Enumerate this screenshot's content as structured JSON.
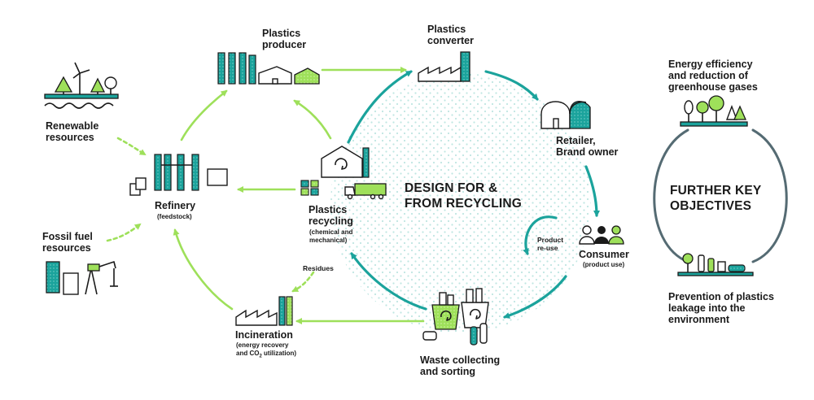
{
  "colors": {
    "teal": "#1ba39c",
    "lime": "#9ee05a",
    "ink": "#1a1a1a"
  },
  "center": {
    "line1": "DESIGN FOR &",
    "line2": "FROM RECYCLING"
  },
  "nodes": {
    "producer": {
      "line1": "Plastics",
      "line2": "producer"
    },
    "converter": {
      "line1": "Plastics",
      "line2": "converter"
    },
    "retailer": {
      "line1": "Retailer,",
      "line2": "Brand owner"
    },
    "consumer": {
      "title": "Consumer",
      "sub": "(product use)"
    },
    "reuse": {
      "line1": "Product",
      "line2": "re-use"
    },
    "waste": {
      "line1": "Waste collecting",
      "line2": "and sorting"
    },
    "incineration": {
      "title": "Incineration",
      "sub1": "(energy recovery",
      "sub2_a": "and CO",
      "sub2_sub": "2",
      "sub2_b": " utilization)"
    },
    "recycling": {
      "line1": "Plastics",
      "line2": "recycling",
      "sub1": "(chemical and",
      "sub2": "mechanical)"
    },
    "residues": {
      "label": "Residues"
    },
    "refinery": {
      "title": "Refinery",
      "sub": "(feedstock)"
    },
    "renewable": {
      "line1": "Renewable",
      "line2": "resources"
    },
    "fossil": {
      "line1": "Fossil fuel",
      "line2": "resources"
    }
  },
  "objectives": {
    "title1": "FURTHER KEY",
    "title2": "OBJECTIVES",
    "top": [
      "Energy efficiency",
      "and reduction of",
      "greenhouse gases"
    ],
    "bottom": [
      "Prevention of plastics",
      "leakage into the",
      "environment"
    ]
  },
  "icons": [
    "wind-turbine-icon",
    "tree-icon",
    "oil-pump-icon",
    "factory-icon",
    "warehouse-icon",
    "truck-icon",
    "recycle-icon",
    "person-icon",
    "bottle-icon"
  ]
}
